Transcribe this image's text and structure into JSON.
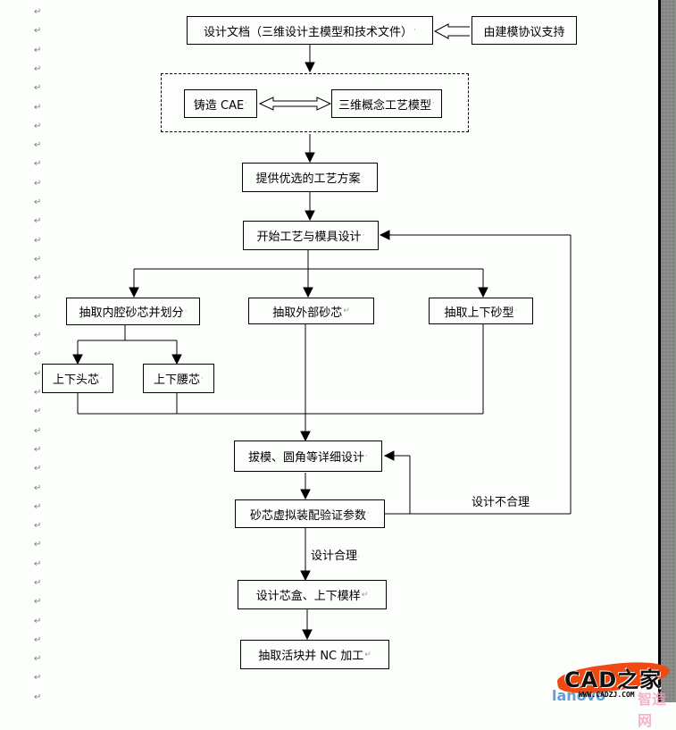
{
  "document": {
    "paragraph_mark": "↵"
  },
  "flowchart": {
    "nodes": {
      "design_doc": "设计文档（三维设计主模型和技术文件）",
      "modeling_support": "由建模协议支持",
      "casting_cae": "铸造 CAE",
      "concept_model": "三维概念工艺模型",
      "optimal_scheme": "提供优选的工艺方案",
      "start_design": "开始工艺与模具设计",
      "inner_core": "抽取内腔砂芯并划分",
      "outer_core": "抽取外部砂芯",
      "upper_lower_mold": "抽取上下砂型",
      "head_core": "上下头芯",
      "waist_core": "上下腰芯",
      "detail_design": "拔模、圆角等详细设计",
      "virtual_assembly": "砂芯虚拟装配验证参数",
      "core_box": "设计芯盒、上下模样",
      "nc_machining": "抽取活块并 NC 加工"
    },
    "edge_labels": {
      "unreasonable": "设计不合理",
      "reasonable": "设计合理"
    }
  },
  "watermark": {
    "brand": "CAD之家",
    "url": "WWW.CADZJ.COM",
    "sub_left": "lanovo",
    "sub_right": "智造网"
  }
}
